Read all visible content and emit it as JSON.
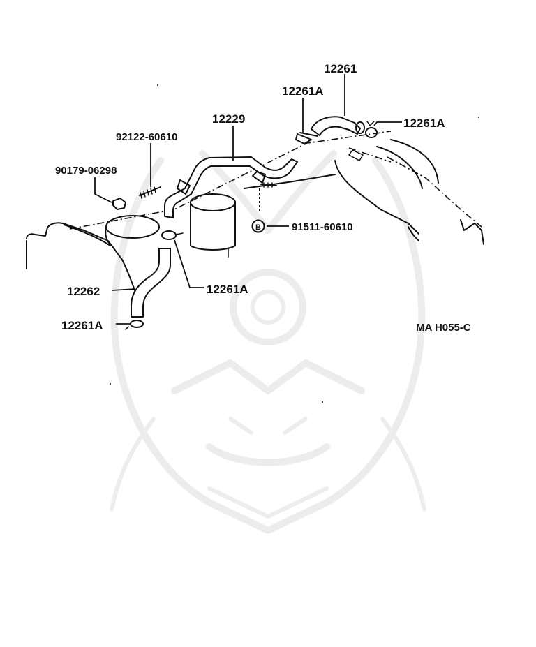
{
  "labels": {
    "p12261": "12261",
    "p12261a_top": "12261A",
    "p12261a_right": "12261A",
    "p12229": "12229",
    "p92122": "92122-60610",
    "p90179": "90179-06298",
    "p91511": "91511-60610",
    "p12262": "12262",
    "p12261a_mid": "12261A",
    "p12261a_bottom": "12261A",
    "ref_code": "MA  H055-C",
    "bolt_symbol": "B"
  },
  "colors": {
    "ink": "#111111",
    "background": "#ffffff",
    "watermark": "#ececec"
  },
  "icons": {
    "watermark": "samurai-helmet-watermark-icon"
  }
}
